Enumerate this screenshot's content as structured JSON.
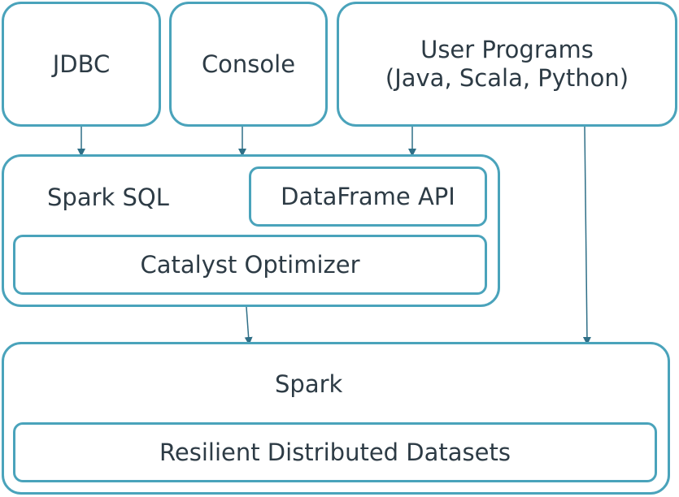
{
  "top": {
    "jdbc": "JDBC",
    "console": "Console",
    "user_programs": {
      "line1": "User Programs",
      "line2": "(Java, Scala, Python)"
    }
  },
  "spark_sql": {
    "label": "Spark SQL",
    "dataframe_api": "DataFrame API",
    "catalyst_optimizer": "Catalyst Optimizer"
  },
  "spark": {
    "label": "Spark",
    "rdd": "Resilient Distributed Datasets"
  },
  "colors": {
    "border": "#4aa3bb",
    "text": "#2d3b45",
    "arrow": "#2f6f87"
  }
}
